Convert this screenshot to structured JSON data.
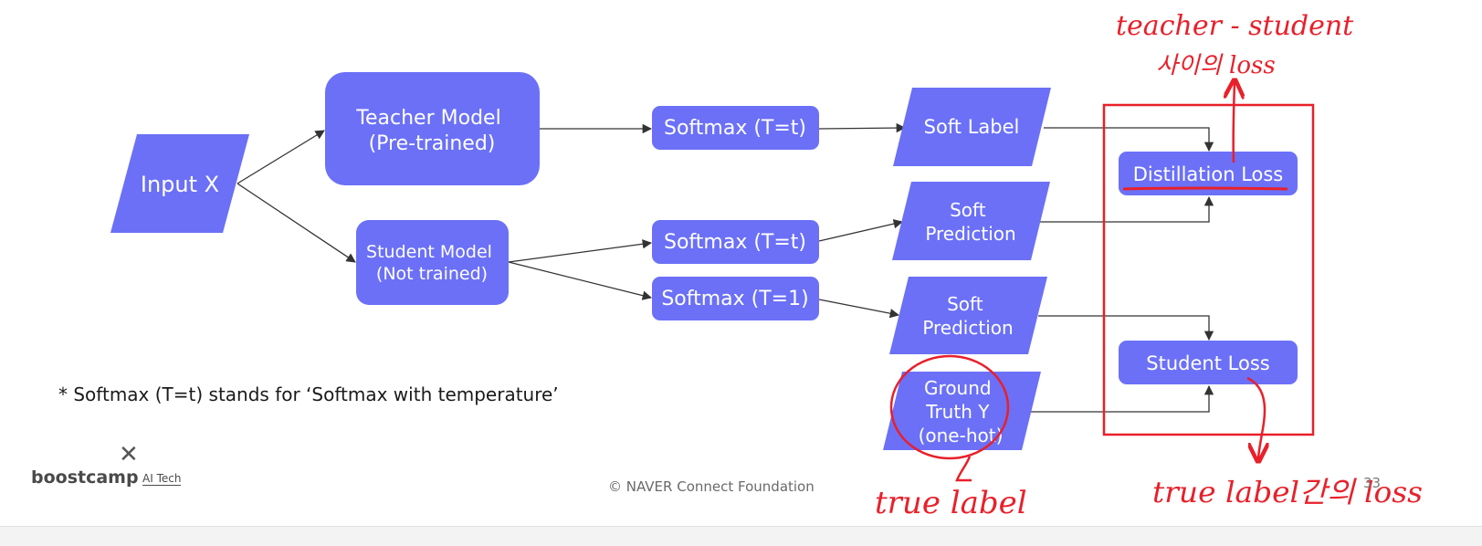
{
  "nodes": {
    "input_x": [
      "Input X"
    ],
    "teacher_model": [
      "Teacher Model",
      "(Pre-trained)"
    ],
    "student_model": [
      "Student Model",
      "(Not trained)"
    ],
    "softmax_teacher": [
      "Softmax (T=t)"
    ],
    "softmax_student_t": [
      "Softmax (T=t)"
    ],
    "softmax_student_1": [
      "Softmax (T=1)"
    ],
    "soft_label": [
      "Soft Label"
    ],
    "soft_prediction_t": [
      "Soft",
      "Prediction"
    ],
    "soft_prediction_1": [
      "Soft",
      "Prediction"
    ],
    "ground_truth": [
      "Ground",
      "Truth Y",
      "(one-hot)"
    ],
    "distillation_loss": [
      "Distillation Loss"
    ],
    "student_loss": [
      "Student Loss"
    ]
  },
  "footnote": "* Softmax (T=t) stands for ‘Softmax with temperature’",
  "logo": {
    "mark": "✕",
    "name": "boostcamp",
    "sub": "AI Tech"
  },
  "copyright": "© NAVER Connect Foundation",
  "page_number": "33",
  "annotations": {
    "teacher_student": "teacher - student",
    "between_loss": "사이의 loss",
    "true_label": "true label",
    "true_label_between_loss": "true label간의 loss"
  },
  "colors": {
    "node_fill": "#6b70f7",
    "arrow": "#333333",
    "annotation": "#e8202a"
  }
}
